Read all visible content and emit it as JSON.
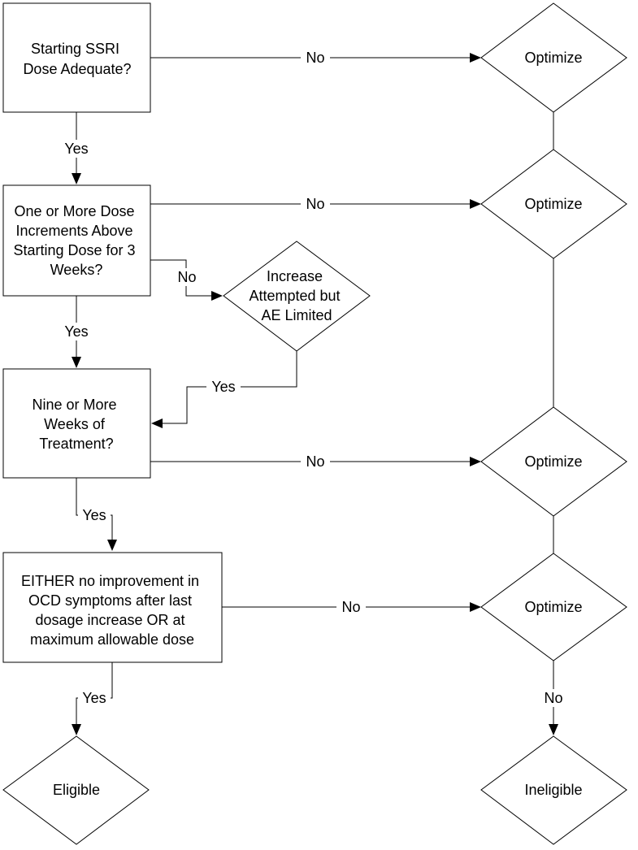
{
  "nodes": {
    "box1": [
      "Starting SSRI",
      "Dose Adequate?"
    ],
    "box2": [
      "One or More Dose",
      "Increments Above",
      "Starting Dose for 3",
      "Weeks?"
    ],
    "box3": [
      "Nine or More",
      "Weeks of",
      "Treatment?"
    ],
    "box4": [
      "EITHER no improvement in",
      "OCD symptoms after last",
      "dosage increase OR at",
      "maximum allowable dose"
    ],
    "increase": [
      "Increase",
      "Attempted but",
      "AE Limited"
    ],
    "optimize1": [
      "Optimize"
    ],
    "optimize2": [
      "Optimize"
    ],
    "optimize3": [
      "Optimize"
    ],
    "optimize4": [
      "Optimize"
    ],
    "eligible": [
      "Eligible"
    ],
    "ineligible": [
      "Ineligible"
    ]
  },
  "edges": {
    "box1_no": "No",
    "box1_yes": "Yes",
    "box2_no_right": "No",
    "box2_no_increase": "No",
    "box2_yes": "Yes",
    "increase_yes": "Yes",
    "box3_no": "No",
    "box3_yes": "Yes",
    "box4_no": "No",
    "box4_yes": "Yes",
    "optimize4_no": "No"
  }
}
